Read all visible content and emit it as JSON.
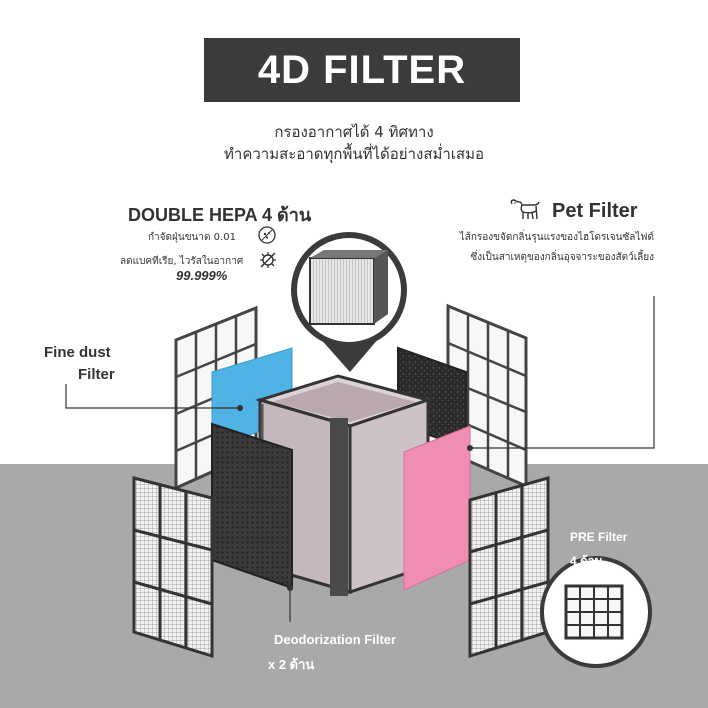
{
  "title": "4D FILTER",
  "subtitle": {
    "line1": "กรองอากาศได้ 4 ทิศทาง",
    "line2": "ทำความสะอาดทุกพื้นที่ได้อย่างสม่ำเสมอ"
  },
  "hepa": {
    "heading": "DOUBLE HEPA 4 ด้าน",
    "note1": "กำจัดฝุ่นขนาด 0.01",
    "note2": "ลดแบคทีเรีย, ไวรัสในอากาศ",
    "percent": "99.999%"
  },
  "pet": {
    "heading": "Pet Filter",
    "note1": "ไส้กรองขจัดกลิ่นรุนแรงของไฮโดรเจนซัลไฟด์",
    "note2": "ซึ่งเป็นสาเหตุของกลิ่นอุจจาระของสัตว์เลี้ยง"
  },
  "fine_dust": {
    "line1": "Fine dust",
    "line2": "Filter"
  },
  "pre_filter": {
    "line1": "PRE Filter",
    "line2": "4 ด้าน"
  },
  "deodorization": {
    "line1": "Deodorization Filter",
    "line2": "x 2 ด้าน"
  },
  "colors": {
    "title_bg": "#3b3b3b",
    "floor": "#a9a9a9",
    "fine_dust_filter": "#4fb3e6",
    "pet_filter": "#f08db4",
    "carbon_filter": "#2a2a2a"
  },
  "icons": [
    "microscope-icon",
    "virus-icon",
    "dog-icon"
  ]
}
